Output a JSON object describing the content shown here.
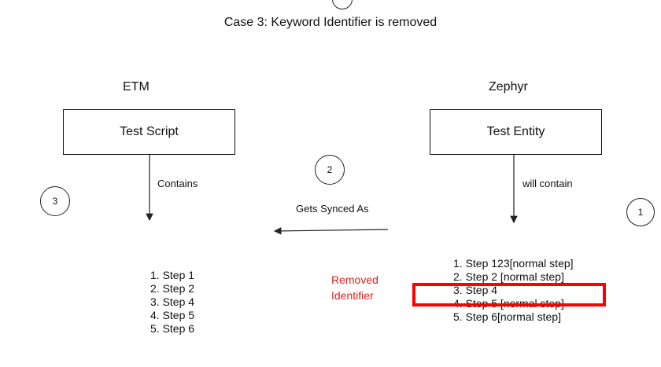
{
  "title": "Case 3: Keyword Identifier is removed",
  "left": {
    "heading": "ETM",
    "box_label": "Test Script",
    "arrow_label": "Contains",
    "steps": [
      "1. Step 1",
      "2. Step 2",
      "3. Step 4",
      "4. Step 5",
      "5. Step 6"
    ]
  },
  "right": {
    "heading": "Zephyr",
    "box_label": "Test Entity",
    "arrow_label": "will contain",
    "steps": [
      "1. Step 123[normal step]",
      "2. Step 2 [normal step]",
      "3. Step 4",
      "4. Step 5 [normal step]",
      "5. Step 6[normal step]"
    ]
  },
  "sync_label": "Gets Synced As",
  "annotation": {
    "line1": "Removed",
    "line2": "Identifier",
    "color": "#e02020"
  },
  "markers": [
    "1",
    "2",
    "3"
  ],
  "highlight_color": "#ff0000"
}
